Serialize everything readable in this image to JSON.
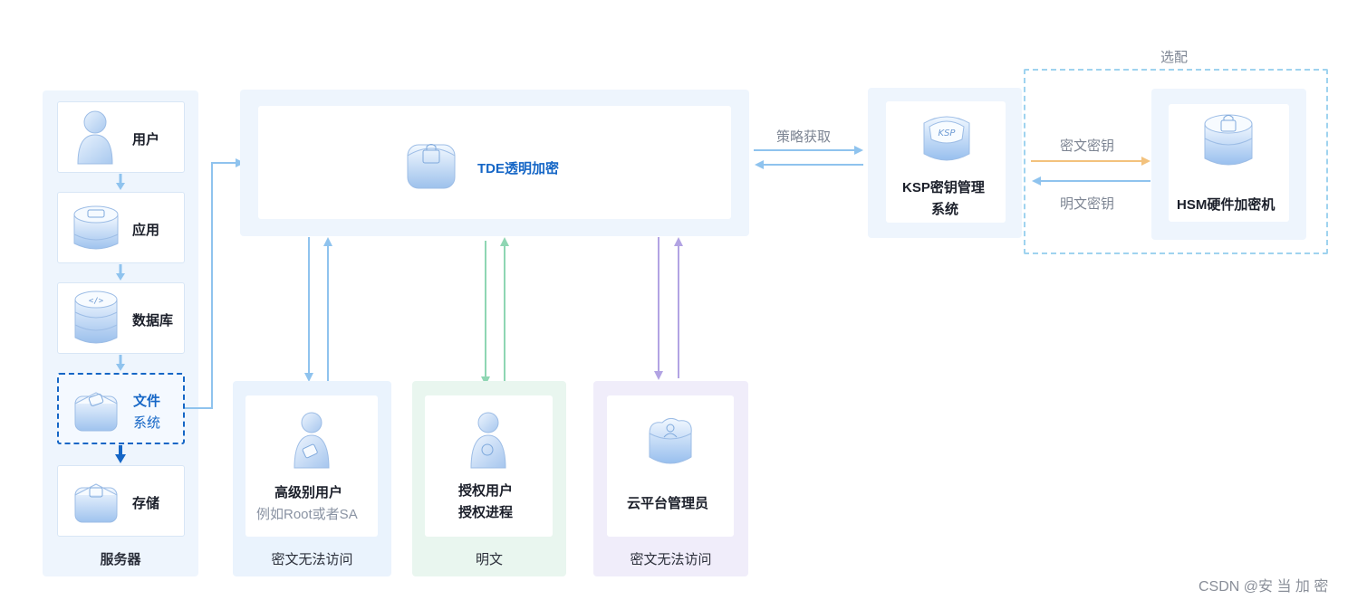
{
  "server": {
    "items": [
      "用户",
      "应用",
      "数据库",
      "文件\n系统",
      "存储"
    ],
    "items_line1": [
      "用户",
      "应用",
      "数据库",
      "文件",
      "存储"
    ],
    "file_line2": "系统",
    "footer": "服务器"
  },
  "tde": {
    "title": "TDE透明加密"
  },
  "ksp": {
    "title_line1": "KSP密钥管理",
    "title_line2": "系统"
  },
  "hsm": {
    "title": "HSM硬件加密机",
    "optional_label": "选配"
  },
  "edges": {
    "policy": "策略获取",
    "cipher_key": "密文密钥",
    "plain_key": "明文密钥"
  },
  "users": [
    {
      "title": "高级别用户",
      "subtitle": "例如Root或者SA",
      "footer": "密文无法访问"
    },
    {
      "title_line1": "授权用户",
      "title_line2": "授权进程",
      "footer": "明文"
    },
    {
      "title": "云平台管理员",
      "footer": "密文无法访问"
    }
  ],
  "watermark": "CSDN @安 当 加 密",
  "colors": {
    "blue_accent": "#1566c6",
    "light_blue_arrow": "#8fc3ee",
    "green_arrow": "#8fd6b3",
    "purple_arrow": "#b2a3e3",
    "orange_arrow": "#f3c27d"
  }
}
